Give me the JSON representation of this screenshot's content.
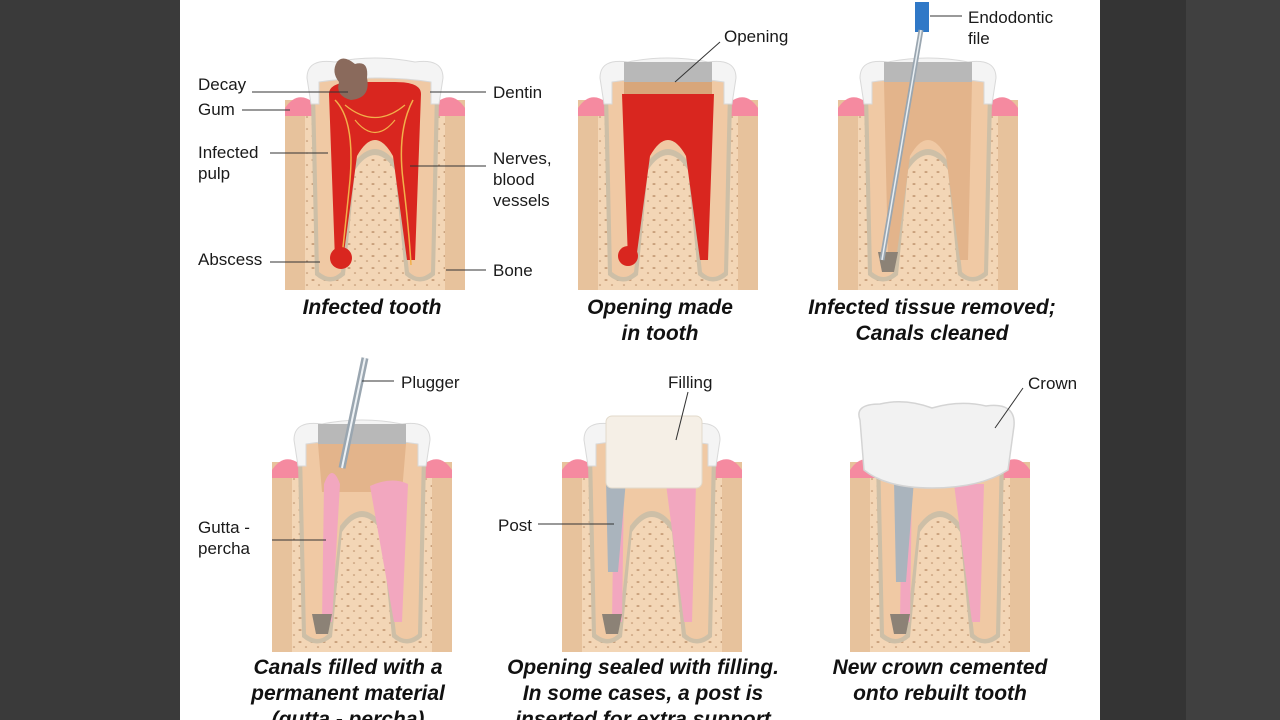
{
  "panels": [
    {
      "caption": "Infected tooth",
      "labels": {
        "decay": "Decay",
        "gum": "Gum",
        "infected_pulp": "Infected\npulp",
        "abscess": "Abscess",
        "dentin": "Dentin",
        "nerves": "Nerves,\nblood\nvessels",
        "bone": "Bone"
      }
    },
    {
      "caption": "Opening made\nin tooth",
      "labels": {
        "opening": "Opening"
      }
    },
    {
      "caption": "Infected tissue removed;\nCanals cleaned",
      "labels": {
        "file": "Endodontic\nfile"
      }
    },
    {
      "caption": "Canals filled with a\npermanent material\n(gutta - percha)",
      "labels": {
        "plugger": "Plugger",
        "gutta": "Gutta -\npercha"
      }
    },
    {
      "caption": "Opening sealed with filling.\nIn some cases, a post is\ninserted for extra support",
      "labels": {
        "filling": "Filling",
        "post": "Post"
      }
    },
    {
      "caption": "New crown cemented\nonto rebuilt tooth",
      "labels": {
        "crown": "Crown"
      }
    }
  ],
  "colors": {
    "bone": "#f3d6b6",
    "gum": "#f58aa0",
    "dentin": "#f0c9a4",
    "enamel": "#f4f4f4",
    "pulp_infected": "#d9261f",
    "gutta_percha": "#f2a7bf",
    "filling": "#f5efe6",
    "crown": "#f2f2f2",
    "metal": "#b9c3cc"
  }
}
